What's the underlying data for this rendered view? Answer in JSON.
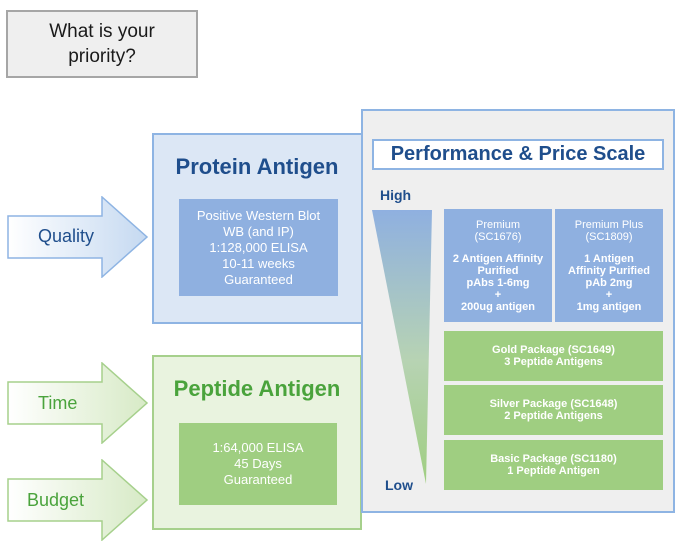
{
  "priority_question": [
    "What is your",
    "priority?"
  ],
  "arrows": {
    "quality": "Quality",
    "time": "Time",
    "budget": "Budget"
  },
  "protein": {
    "title": "Protein Antigen",
    "specs": [
      "Positive Western Blot",
      "WB (and IP)",
      "1:128,000 ELISA",
      "10-11 weeks",
      "Guaranteed"
    ]
  },
  "peptide": {
    "title": "Peptide Antigen",
    "specs": [
      "1:64,000 ELISA",
      "45 Days",
      "Guaranteed"
    ]
  },
  "scale": {
    "title": "Performance & Price Scale",
    "high": "High",
    "low": "Low"
  },
  "tiers": {
    "premium": {
      "name": "Premium",
      "code": "(SC1676)",
      "lines": [
        "2 Antigen Affinity",
        "Purified",
        "pAbs 1-6mg",
        "+",
        "200ug antigen"
      ]
    },
    "premium_plus": {
      "name": "Premium Plus",
      "code": "(SC1809)",
      "lines": [
        "1 Antigen",
        "Affinity Purified",
        "pAb 2mg",
        "+",
        "1mg antigen"
      ]
    },
    "gold": {
      "line1": "Gold Package (SC1649)",
      "line2": "3 Peptide Antigens"
    },
    "silver": {
      "line1": "Silver Package (SC1648)",
      "line2": "2 Peptide Antigens"
    },
    "basic": {
      "line1": "Basic Package (SC1180)",
      "line2": "1 Peptide Antigen"
    }
  },
  "colors": {
    "blue_dark": "#1f4e8c",
    "blue_fill": "#8fb0e0",
    "blue_panel": "#dce7f5",
    "green_dark": "#4aa33c",
    "green_fill": "#9fce81",
    "green_panel": "#e9f3df"
  }
}
